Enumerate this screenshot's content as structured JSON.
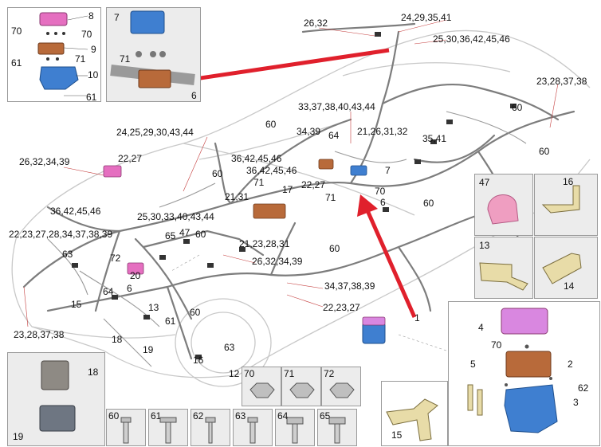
{
  "colors": {
    "arrow": "#e0202c",
    "harness": "#7d7d7d",
    "connector_pink": "#e56fc0",
    "connector_blue": "#3f7fd0",
    "connector_orange": "#b86a3a",
    "bracket_tan": "#e8dca8",
    "panel_border": "#9a9a9a"
  },
  "car_labels": [
    {
      "id": "l-2632",
      "text": "26,32"
    },
    {
      "id": "l-24293541",
      "text": "24,29,35,41"
    },
    {
      "id": "l-2530364245",
      "text": "25,30,36,42,45,46"
    },
    {
      "id": "l-23283738-r",
      "text": "23,28,37,38"
    },
    {
      "id": "l-333738404344",
      "text": "33,37,38,40,43,44"
    },
    {
      "id": "l-60-a",
      "text": "60"
    },
    {
      "id": "l-60-b",
      "text": "60"
    },
    {
      "id": "l-60-c",
      "text": "60"
    },
    {
      "id": "l-3439",
      "text": "34,39"
    },
    {
      "id": "l-64",
      "text": "64"
    },
    {
      "id": "l-21263132",
      "text": "21,26,31,32"
    },
    {
      "id": "l-3541",
      "text": "35,41"
    },
    {
      "id": "l-2425293043",
      "text": "24,25,29,30,43,44"
    },
    {
      "id": "l-2227-a",
      "text": "22,27"
    },
    {
      "id": "l-26323439-a",
      "text": "26,32,34,39"
    },
    {
      "id": "l-36424546-a",
      "text": "36,42,45,46"
    },
    {
      "id": "l-36424546-b",
      "text": "36,42,45,46"
    },
    {
      "id": "l-60-d",
      "text": "60"
    },
    {
      "id": "l-7-a",
      "text": "7"
    },
    {
      "id": "l-2227-b",
      "text": "22,27"
    },
    {
      "id": "l-71-a",
      "text": "71"
    },
    {
      "id": "l-2131",
      "text": "21,31"
    },
    {
      "id": "l-17",
      "text": "17"
    },
    {
      "id": "l-71-b",
      "text": "71"
    },
    {
      "id": "l-70-a",
      "text": "70"
    },
    {
      "id": "l-6-a",
      "text": "6"
    },
    {
      "id": "l-60-e",
      "text": "60"
    },
    {
      "id": "l-36424546-c",
      "text": "36,42,45,46"
    },
    {
      "id": "l-long39",
      "text": "22,23,27,28,34,37,38,39"
    },
    {
      "id": "l-2530334043",
      "text": "25,30,33,40,43,44"
    },
    {
      "id": "l-65",
      "text": "65"
    },
    {
      "id": "l-47-a",
      "text": "47"
    },
    {
      "id": "l-60-f",
      "text": "60"
    },
    {
      "id": "l-21232831",
      "text": "21,23,28,31"
    },
    {
      "id": "l-63-a",
      "text": "63"
    },
    {
      "id": "l-72",
      "text": "72"
    },
    {
      "id": "l-26323439-b",
      "text": "26,32,34,39"
    },
    {
      "id": "l-60-g",
      "text": "60"
    },
    {
      "id": "l-20",
      "text": "20"
    },
    {
      "id": "l-64-b",
      "text": "64"
    },
    {
      "id": "l-6-b",
      "text": "6"
    },
    {
      "id": "l-15",
      "text": "15"
    },
    {
      "id": "l-34373839",
      "text": "34,37,38,39"
    },
    {
      "id": "l-222327",
      "text": "22,23,27"
    },
    {
      "id": "l-13",
      "text": "13"
    },
    {
      "id": "l-61-a",
      "text": "61"
    },
    {
      "id": "l-60-h",
      "text": "60"
    },
    {
      "id": "l-1",
      "text": "1"
    },
    {
      "id": "l-23283738-l",
      "text": "23,28,37,38"
    },
    {
      "id": "l-18",
      "text": "18"
    },
    {
      "id": "l-19",
      "text": "19"
    },
    {
      "id": "l-63-b",
      "text": "63"
    },
    {
      "id": "l-16",
      "text": "16"
    },
    {
      "id": "l-12",
      "text": "12"
    }
  ],
  "detail_tl": {
    "labels": {
      "n8": "8",
      "n70a": "70",
      "n70b": "70",
      "n71": "71",
      "n9": "9",
      "n61a": "61",
      "n10": "10",
      "n61b": "61"
    }
  },
  "detail_t2": {
    "labels": {
      "n7": "7",
      "n71": "71",
      "n6": "6"
    }
  },
  "detail_bl": {
    "labels": {
      "n18": "18",
      "n19": "19"
    }
  },
  "detail_br": {
    "labels": {
      "n4": "4",
      "n70": "70",
      "n2": "2",
      "n5": "5",
      "n62": "62",
      "n3": "3"
    }
  },
  "detail_15": {
    "label": "15"
  },
  "brackets": {
    "b47": "47",
    "b16": "16",
    "b13": "13",
    "b14": "14"
  },
  "fasteners": {
    "nuts": [
      "70",
      "71",
      "72"
    ],
    "bolts": [
      "60",
      "61",
      "62",
      "63",
      "64",
      "65"
    ]
  }
}
